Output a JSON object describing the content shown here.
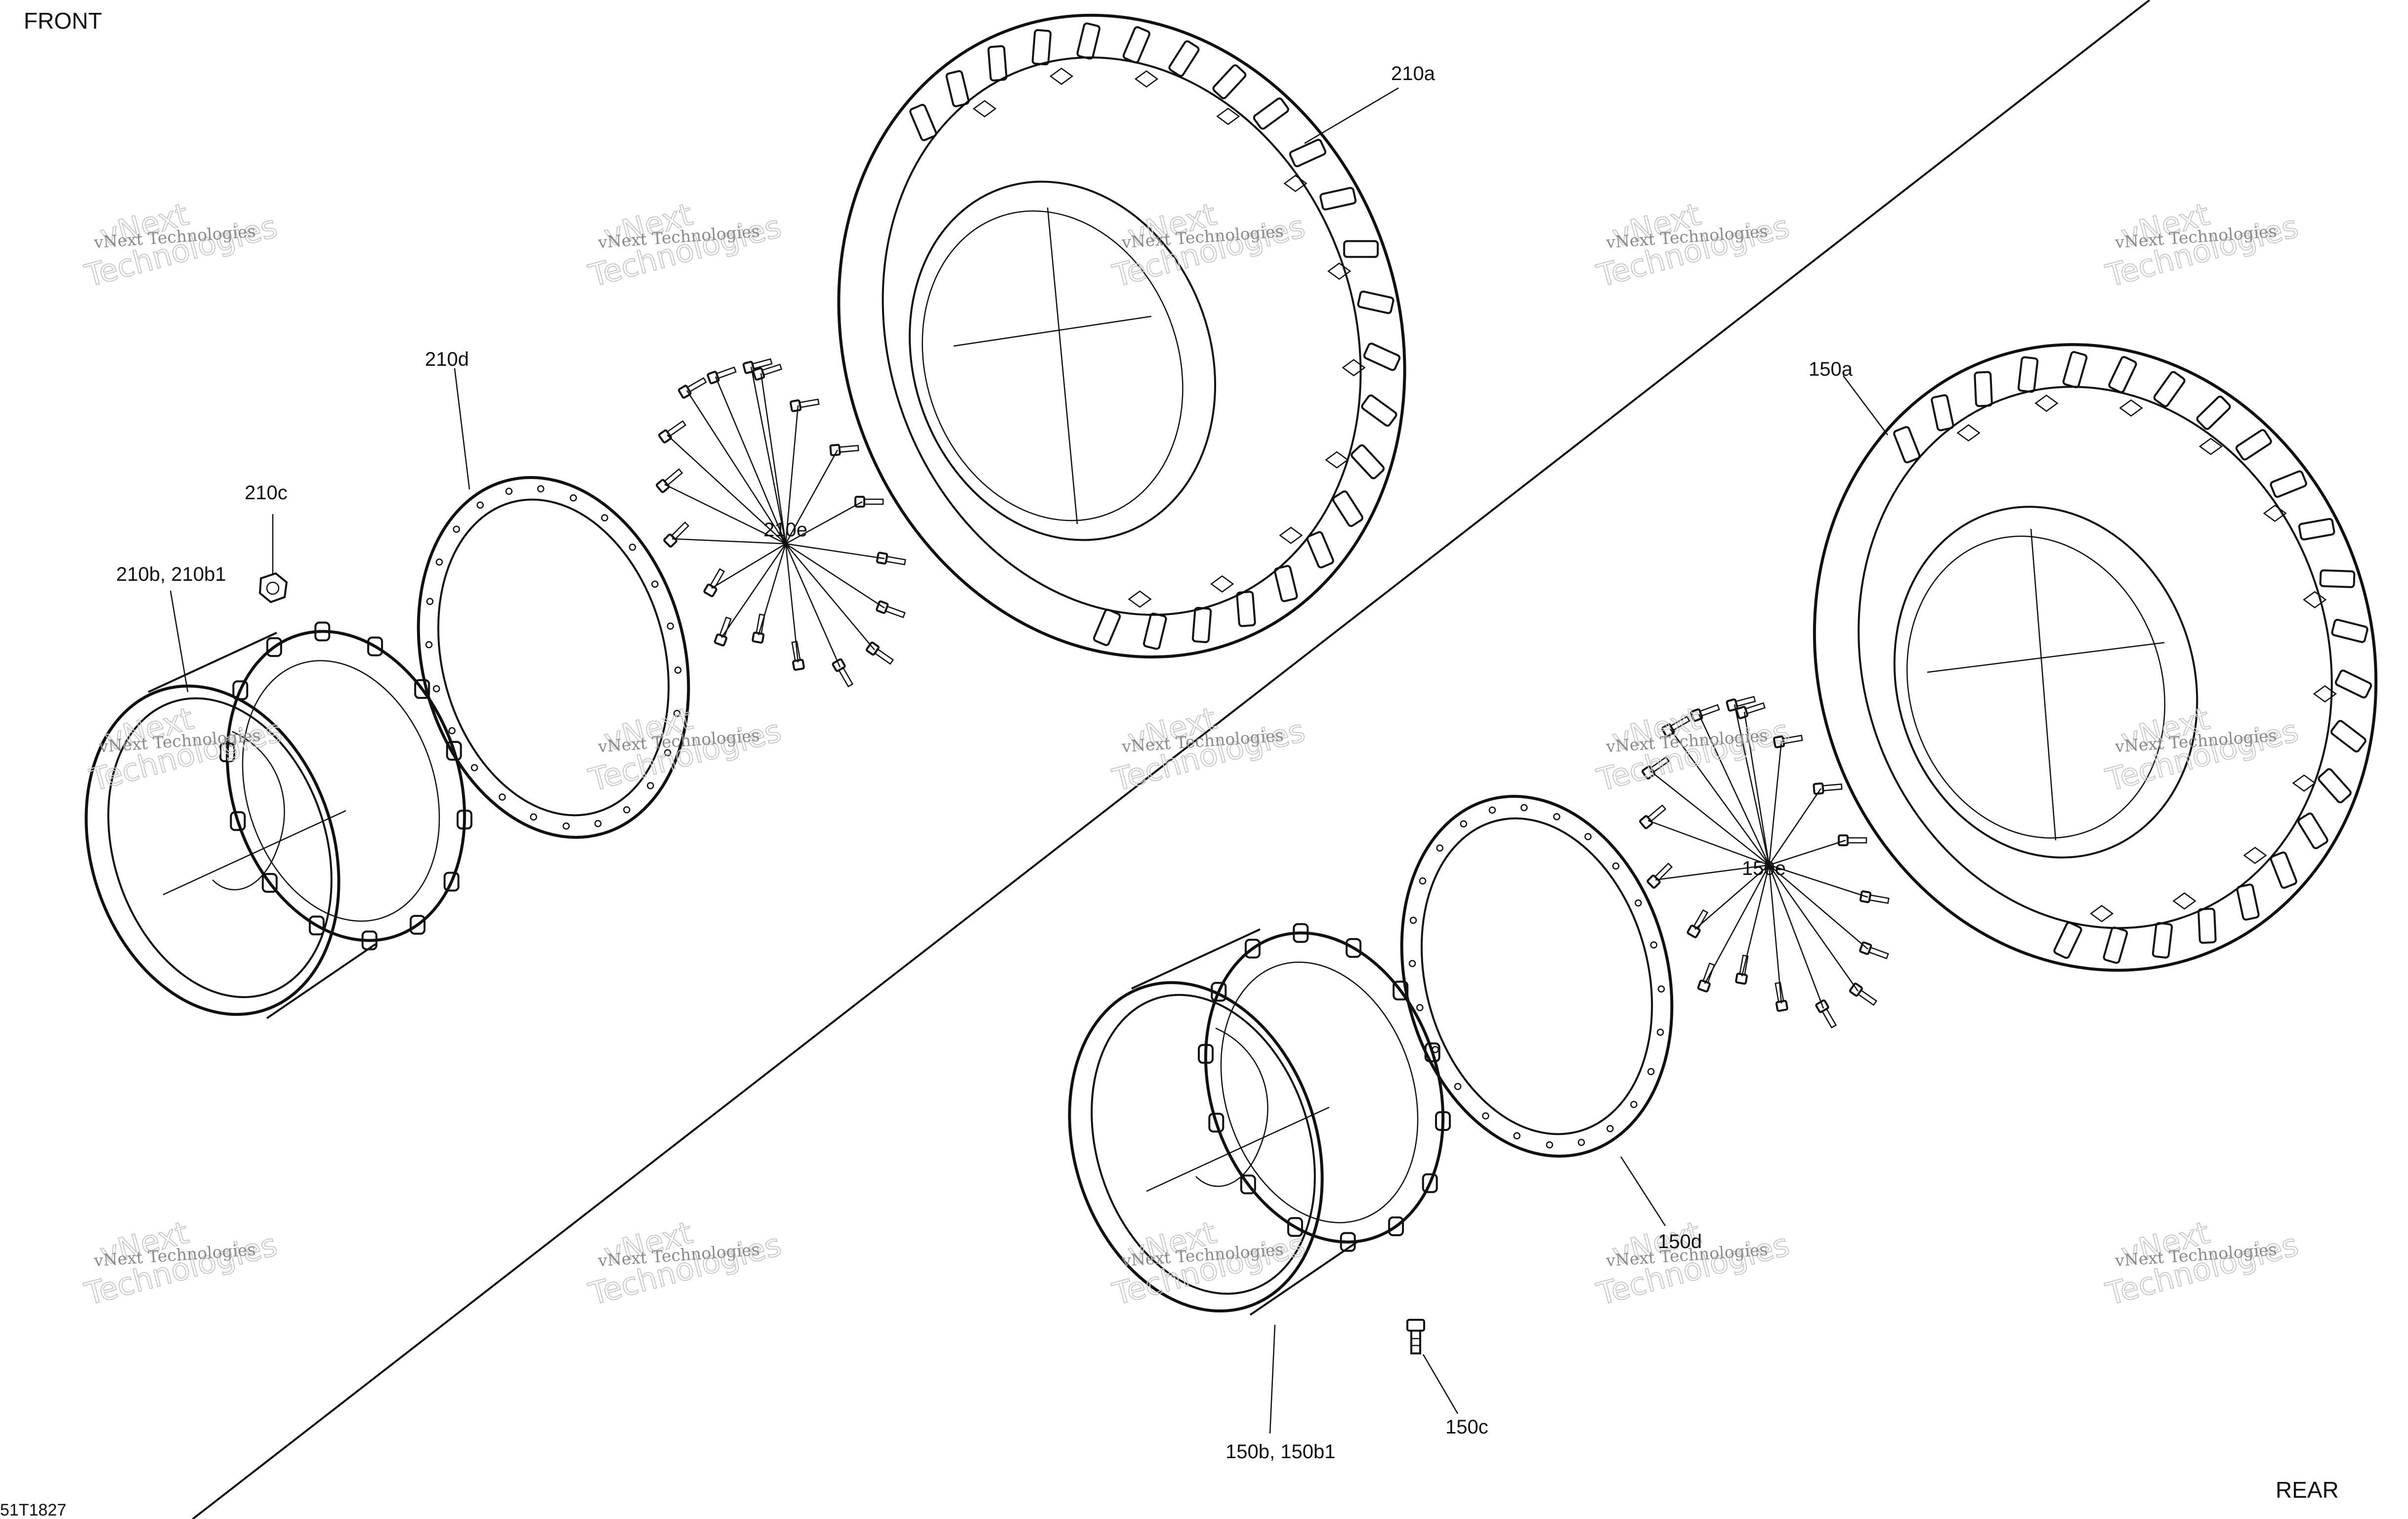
{
  "labels": {
    "front": "FRONT",
    "rear": "REAR",
    "ref": "51T1827"
  },
  "callouts": {
    "c210a": "210a",
    "c210b": "210b, 210b1",
    "c210c": "210c",
    "c210d": "210d",
    "c210e": "210e",
    "c150a": "150a",
    "c150b": "150b, 150b1",
    "c150c": "150c",
    "c150d": "150d",
    "c150e": "150e"
  },
  "watermark": {
    "small": "vNext Technologies",
    "big": "Technologies",
    "big_top": "vNext"
  }
}
